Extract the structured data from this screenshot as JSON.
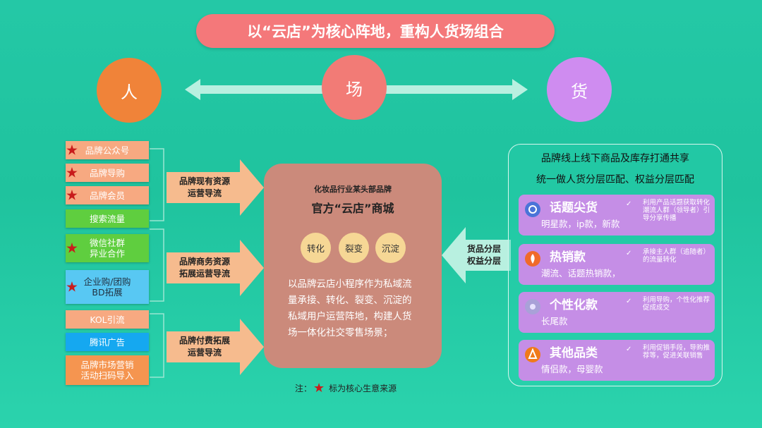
{
  "title": "以“云店”为核心阵地，重构人货场组合",
  "circles": {
    "left": "人",
    "center": "场",
    "right": "货"
  },
  "sources": [
    {
      "label": "品牌公众号",
      "star": true
    },
    {
      "label": "品牌导购",
      "star": true
    },
    {
      "label": "品牌会员",
      "star": true
    },
    {
      "label": "搜索流量",
      "star": false
    },
    {
      "label": "微信社群\n异业合作",
      "star": true
    },
    {
      "label": "企业购/团购\nBD拓展",
      "star": true
    },
    {
      "label": "KOL引流",
      "star": false
    },
    {
      "label": "腾讯广告",
      "star": false
    },
    {
      "label": "品牌市场营销\n活动扫码导入",
      "star": false
    }
  ],
  "flows": [
    "品牌现有资源\n运营导流",
    "品牌商务资源\n拓展运营导流",
    "品牌付费拓展\n运营导流"
  ],
  "star_symbol": "★",
  "center": {
    "subtitle": "化妆品行业某头部品牌",
    "title": "官方“云店”商城",
    "pills": [
      "转化",
      "裂变",
      "沉淀"
    ],
    "description": "以品牌云店小程序作为私域流量承接、转化、裂变、沉淀的私域用户运营阵地，构建人货场一体化社交零售场景；"
  },
  "note": {
    "prefix": "注：",
    "text": "标为核心生意来源"
  },
  "layer_arrow": "货品分层\n权益分层",
  "right_panel": {
    "line1": "品牌线上线下商品及库存打通共享",
    "line2": "统一做人货分层匹配、权益分层匹配",
    "categories": [
      {
        "name": "话题尖货",
        "sub": "明星款，ip款，新款",
        "check": "✓",
        "desc": "利用产品话题获取转化潮流人群（领导者）引导分享传播"
      },
      {
        "name": "热销款",
        "sub": "潮流、话题热销款，",
        "check": "✓",
        "desc": "承接主人群（追随者）的流量转化"
      },
      {
        "name": "个性化款",
        "sub": "长尾款",
        "check": "✓",
        "desc": "利用导购，个性化推荐促成成交"
      },
      {
        "name": "其他品类",
        "sub": "情侣款，母婴款",
        "check": "✓",
        "desc": "利用促销手段，导购推荐等，促进关联销售"
      }
    ]
  },
  "colors": {
    "title_bg": "#f4787a",
    "ren": "#f08339",
    "chang": "#f27b76",
    "huo": "#cf8cf0",
    "star": "#c81c1c",
    "arrow": "#f6bb8e"
  }
}
